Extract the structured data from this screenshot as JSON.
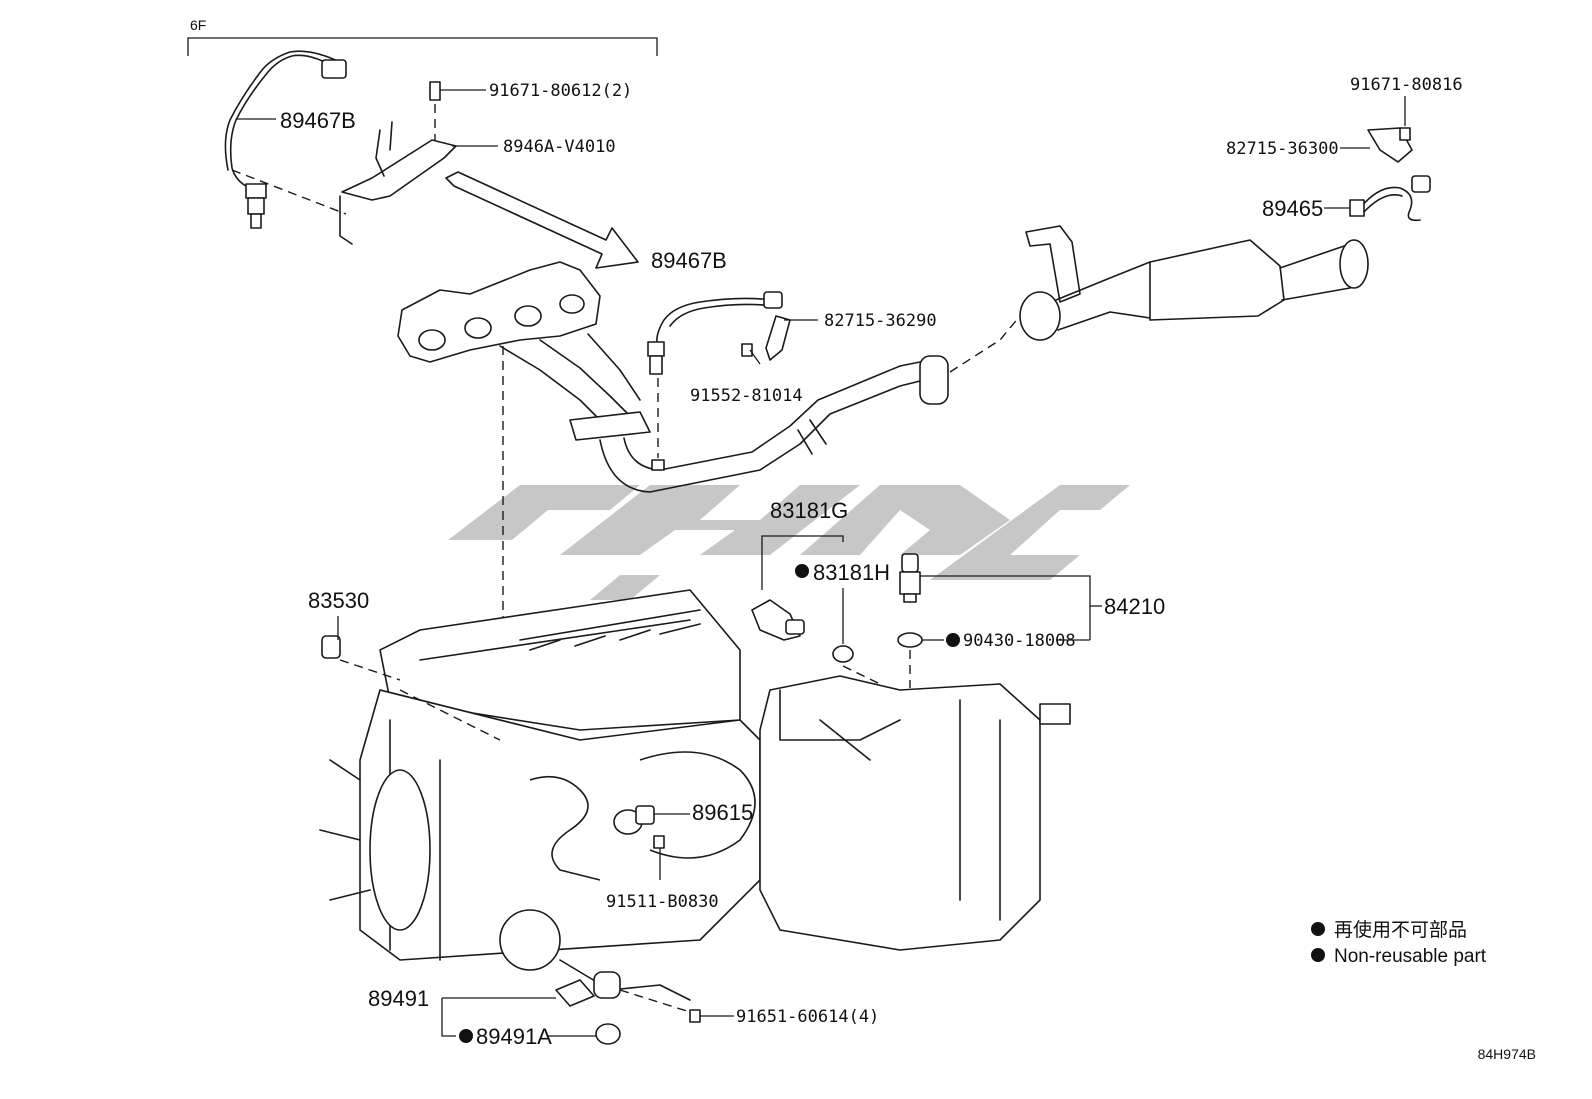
{
  "group_label": "6F",
  "figure_code": "84H974B",
  "parts": {
    "p89467b_top": "89467B",
    "p91671_80612": "91671-80612(2)",
    "p8946a_v4010": "8946A-V4010",
    "p89467b_mid": "89467B",
    "p82715_36290": "82715-36290",
    "p91552_81014": "91552-81014",
    "p91671_80816": "91671-80816",
    "p82715_36300": "82715-36300",
    "p89465": "89465",
    "p83181g": "83181G",
    "p83181h": "83181H",
    "p84210": "84210",
    "p90430_18008": "90430-18008",
    "p83530": "83530",
    "p89615": "89615",
    "p91511_b0830": "91511-B0830",
    "p89491": "89491",
    "p89491a": "89491A",
    "p91651_60614": "91651-60614(4)"
  },
  "legend": {
    "line_cn": "再使用不可部品",
    "line_en": "Non-reusable part"
  }
}
